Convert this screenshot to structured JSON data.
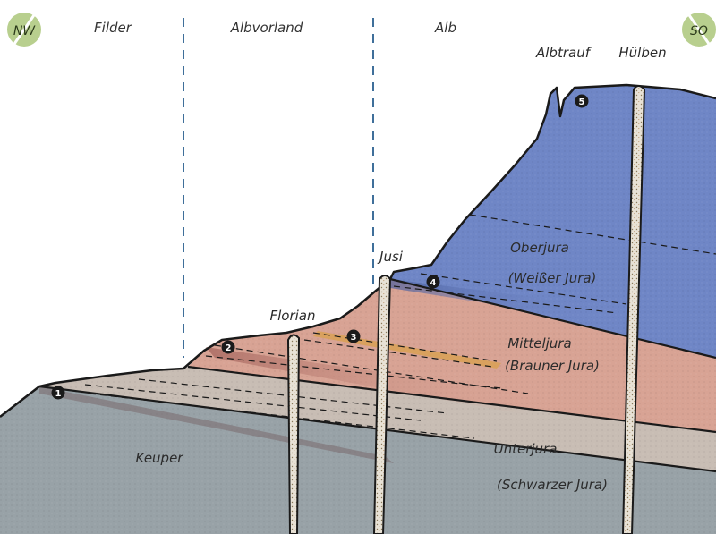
{
  "compass": {
    "west": "NW",
    "east": "SO"
  },
  "regions": [
    "Filder",
    "Albvorland",
    "Alb"
  ],
  "places": {
    "albtrauf": "Albtrauf",
    "huelben": "Hülben",
    "jusi": "Jusi",
    "florian": "Florian"
  },
  "layers": {
    "oberjura": {
      "name": "Oberjura",
      "alt": "(Weißer Jura)"
    },
    "mitteljura": {
      "name": "Mitteljura",
      "alt": "(Brauner Jura)"
    },
    "unterjura": {
      "name": "Unterjura",
      "alt": "(Schwarzer Jura)"
    },
    "keuper": {
      "name": "Keuper"
    }
  },
  "markers": [
    "1",
    "2",
    "3",
    "4",
    "5"
  ],
  "colors": {
    "oberjura": "#6f86c6",
    "mitteljura": "#d8a394",
    "unterjura": "#c8bdb4",
    "keuper": "#98a2a7",
    "badge": "#b8cf8e",
    "divider": "#3f6f9a"
  }
}
